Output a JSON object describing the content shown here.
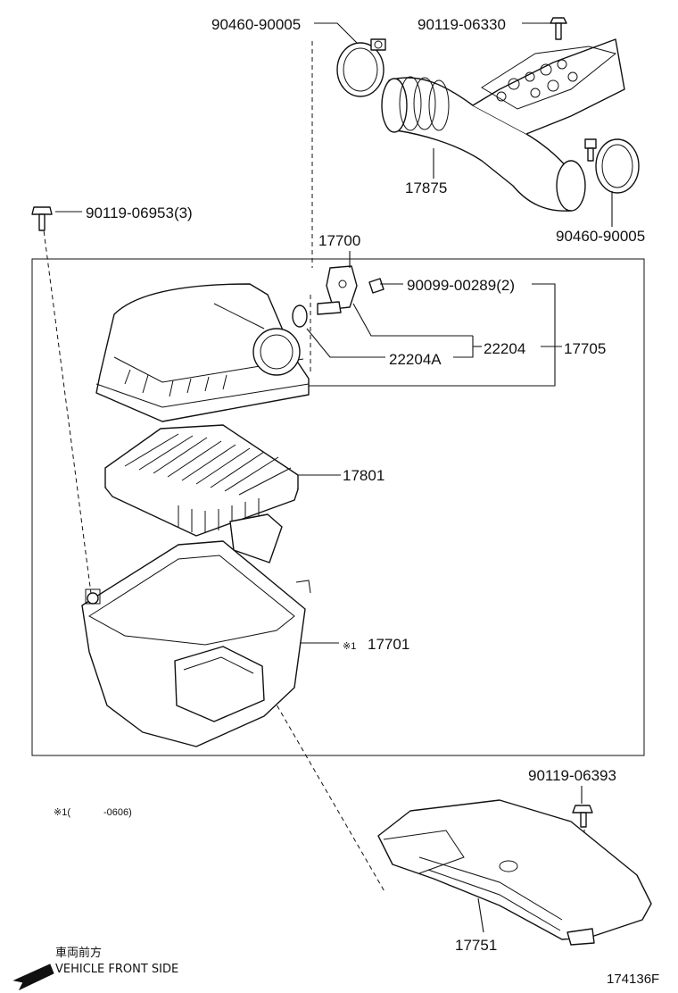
{
  "labels": {
    "clamp_top": "90460-90005",
    "bolt_top": "90119-06330",
    "hose": "17875",
    "clamp_right": "90460-90005",
    "bolt_left": "90119-06953(3)",
    "assembly": "17700",
    "screw": "90099-00289(2)",
    "oring": "22204A",
    "sensor": "22204",
    "sensor_assy": "17705",
    "element": "17801",
    "case_mark": "※1",
    "case": "17701",
    "bolt_bottom": "90119-06393",
    "duct": "17751"
  },
  "footnote": {
    "mark": "※1(",
    "range": "-0606)"
  },
  "direction": {
    "jp": "車両前方",
    "en": "VEHICLE FRONT SIDE",
    "icon": "arrow-left-down"
  },
  "diagram_id": "174136F"
}
